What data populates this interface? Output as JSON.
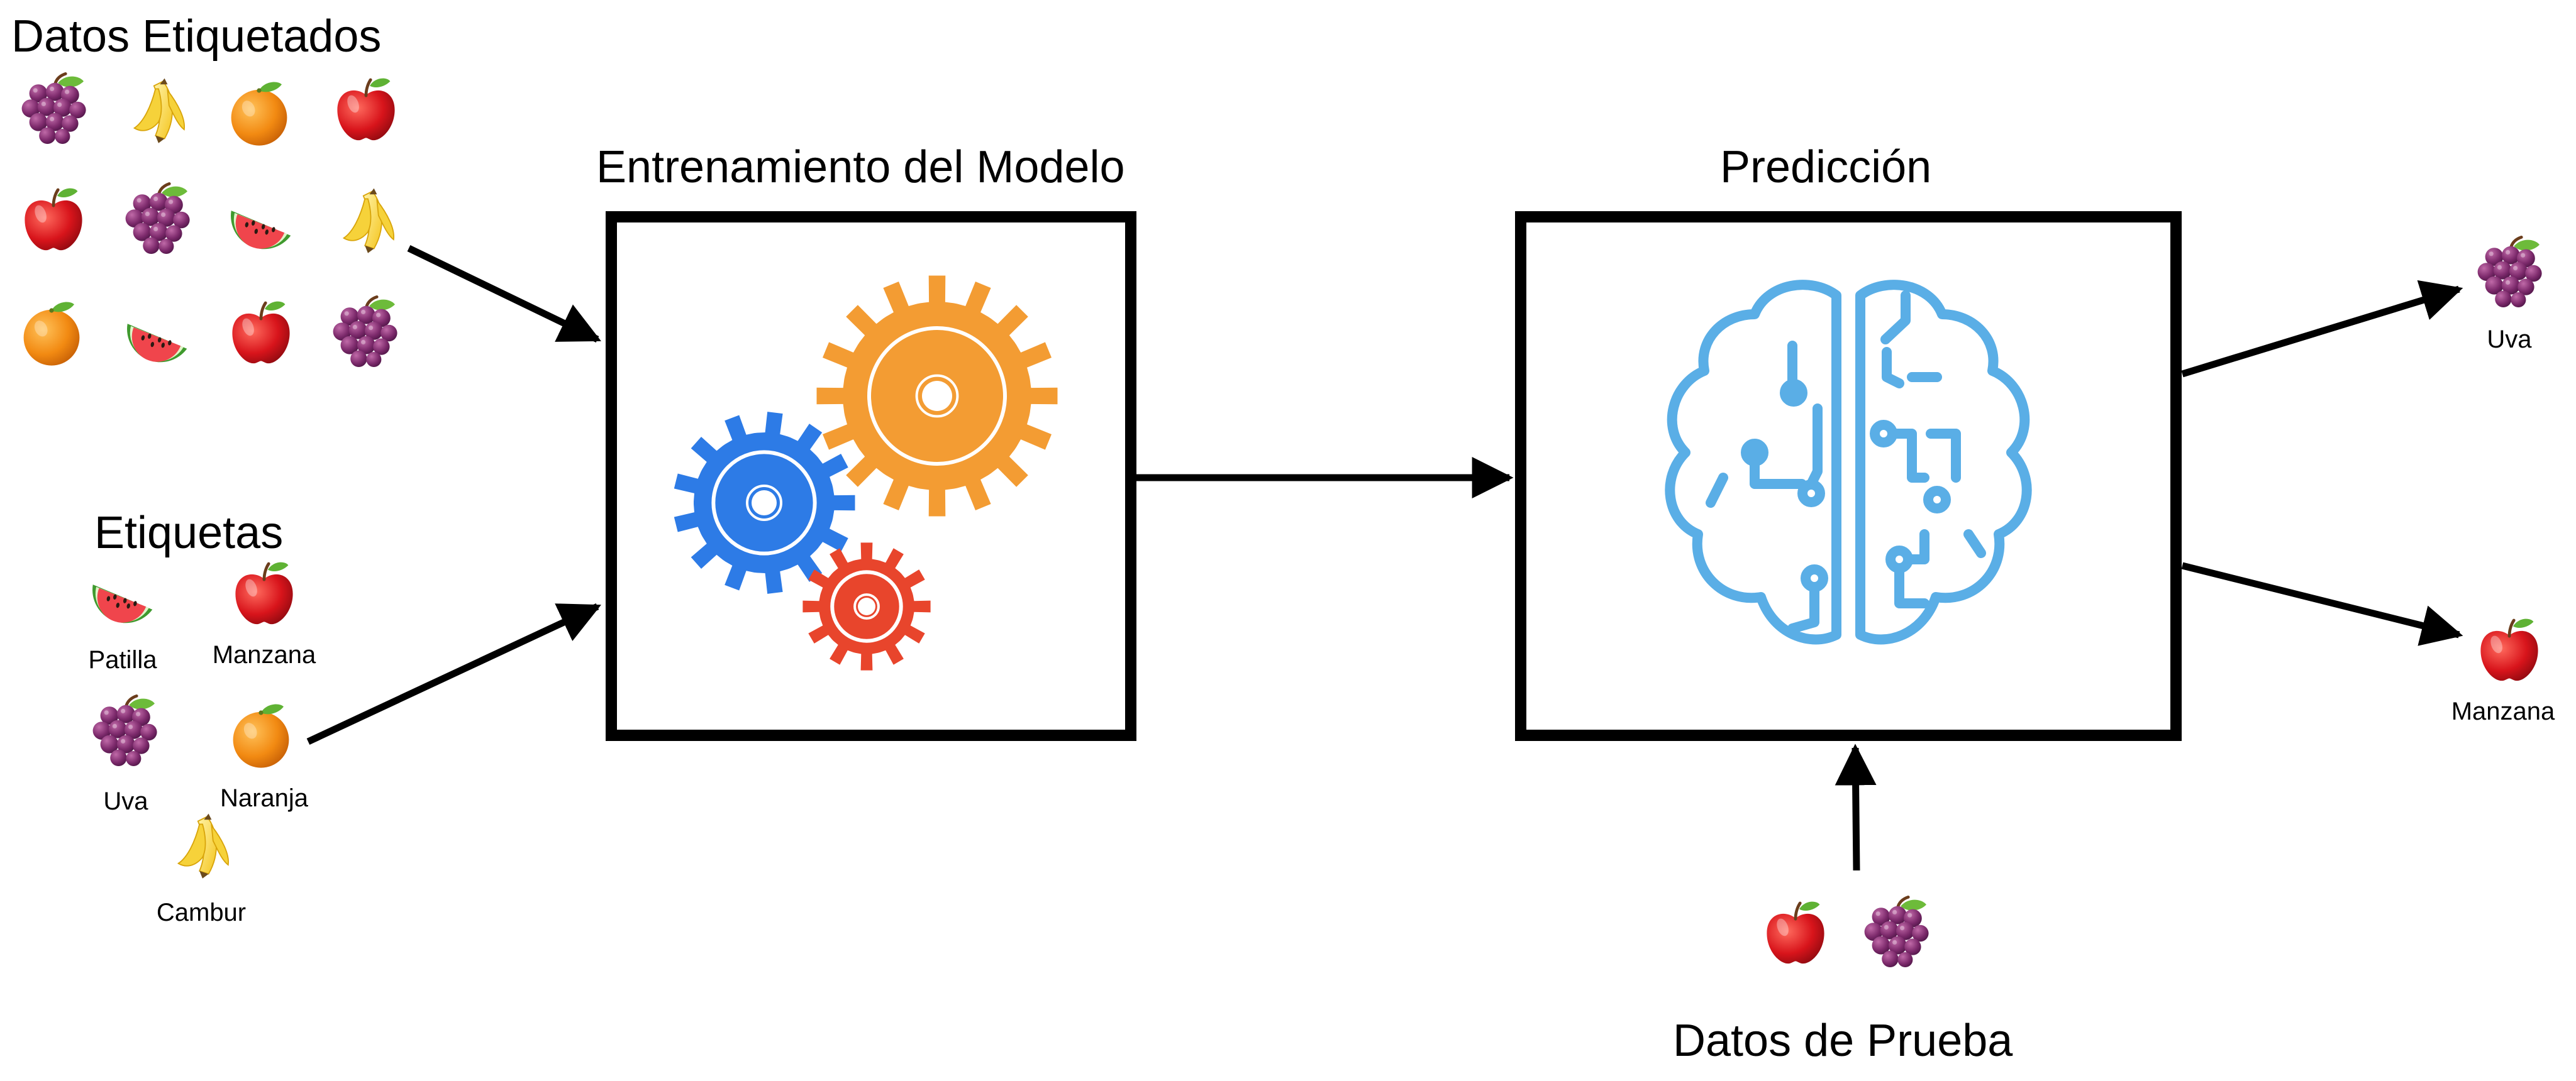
{
  "headings": {
    "labeled_data": "Datos Etiquetados",
    "labels": "Etiquetas",
    "training": "Entrenamiento del Modelo",
    "prediction": "Predicción",
    "test_data": "Datos de Prueba"
  },
  "labeled_data": {
    "rows": [
      [
        "grape-icon",
        "banana-icon",
        "orange-icon",
        "apple-icon"
      ],
      [
        "apple-icon",
        "grape-icon",
        "watermelon-icon",
        "banana-icon"
      ],
      [
        "orange-icon",
        "watermelon-icon",
        "apple-icon",
        "grape-icon"
      ]
    ]
  },
  "labels": {
    "items": [
      {
        "icon": "watermelon-icon",
        "text": "Patilla"
      },
      {
        "icon": "apple-icon",
        "text": "Manzana"
      },
      {
        "icon": "grape-icon",
        "text": "Uva"
      },
      {
        "icon": "orange-icon",
        "text": "Naranja"
      },
      {
        "icon": "banana-icon",
        "text": "Cambur"
      }
    ]
  },
  "training": {
    "icons": [
      "gear-icon-orange",
      "gear-icon-blue",
      "gear-icon-red"
    ],
    "colors": {
      "orange": "#F39C33",
      "blue": "#2D7BE6",
      "red": "#E8452C"
    }
  },
  "prediction": {
    "icon": "brain-circuit-icon",
    "color": "#5AAEE6"
  },
  "outputs": [
    {
      "icon": "grape-icon",
      "text": "Uva"
    },
    {
      "icon": "apple-icon",
      "text": "Manzana"
    }
  ],
  "test_data": {
    "icons": [
      "apple-icon",
      "grape-icon"
    ]
  }
}
